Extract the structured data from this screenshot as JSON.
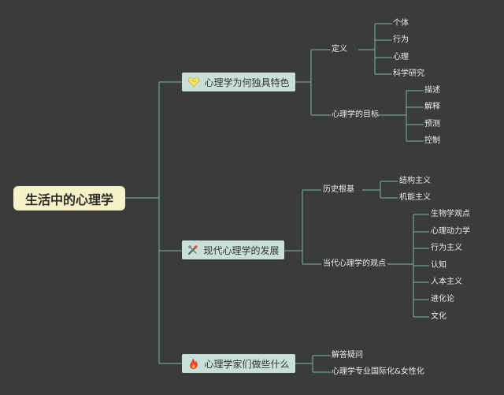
{
  "root": {
    "label": "生活中的心理学"
  },
  "branches": [
    {
      "label": "心理学为何独具特色",
      "icon": "heart-brain-icon",
      "children": [
        {
          "label": "定义",
          "items": [
            "个体",
            "行为",
            "心理",
            "科学研究"
          ]
        },
        {
          "label": "心理学的目标",
          "items": [
            "描述",
            "解释",
            "预测",
            "控制"
          ]
        }
      ]
    },
    {
      "label": "现代心理学的发展",
      "icon": "tools-icon",
      "children": [
        {
          "label": "历史根基",
          "items": [
            "结构主义",
            "机能主义"
          ]
        },
        {
          "label": "当代心理学的观点",
          "items": [
            "生物学观点",
            "心理动力学",
            "行为主义",
            "认知",
            "人本主义",
            "进化论",
            "文化"
          ]
        }
      ]
    },
    {
      "label": "心理学家们做些什么",
      "icon": "fire-icon",
      "children": [
        {
          "label": "解答疑问"
        },
        {
          "label": "心理学专业国际化&女性化"
        }
      ]
    }
  ],
  "colors": {
    "background": "#3a3b3b",
    "line": "#7fb0a5",
    "root": "#f6f1c6",
    "branch": "#c9e0d9"
  }
}
